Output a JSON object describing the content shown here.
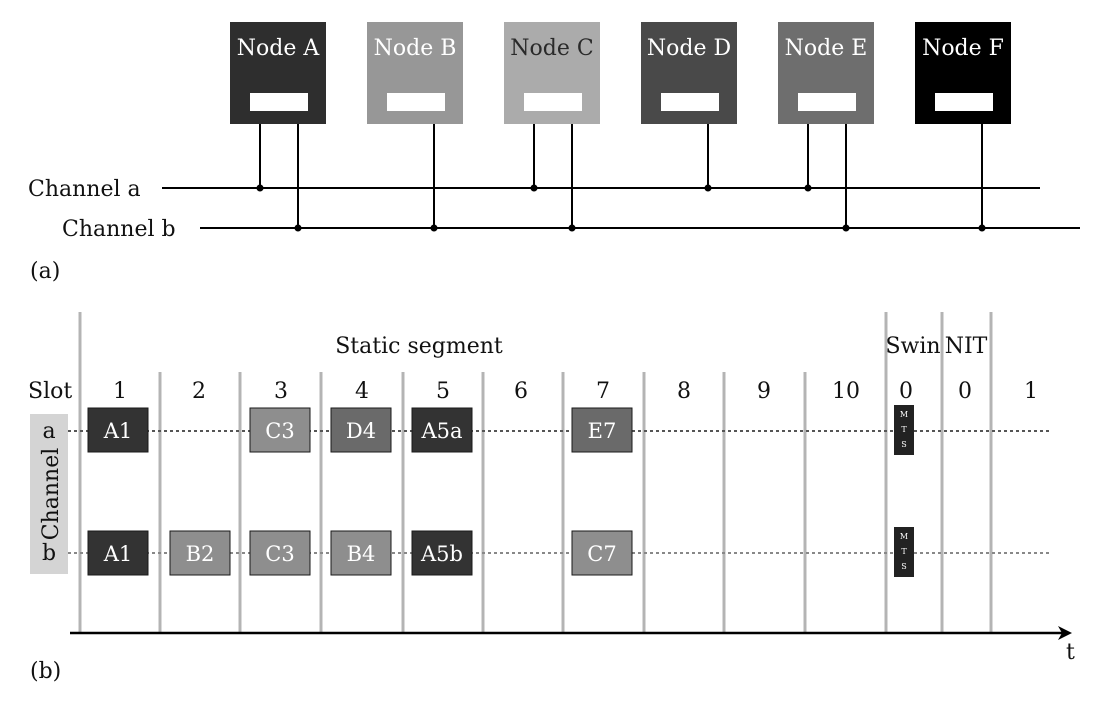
{
  "colors": {
    "node_a": "#2e2e2e",
    "node_b": "#979797",
    "node_c": "#ababab",
    "node_d": "#494949",
    "node_e": "#6e6e6e",
    "node_f": "#000000",
    "frame_dark": "#333333",
    "frame_mid": "#6a6a6a",
    "frame_light": "#8e8e8e",
    "channel_box": "#d4d4d4",
    "line": "#000000",
    "grid": "#b4b4b4"
  },
  "panel_a": {
    "label": "(a)",
    "nodes": [
      {
        "id": "a",
        "label": "Node A",
        "color_key": "node_a",
        "channels": [
          "a",
          "b"
        ]
      },
      {
        "id": "b",
        "label": "Node B",
        "color_key": "node_b",
        "channels": [
          "b"
        ]
      },
      {
        "id": "c",
        "label": "Node C",
        "color_key": "node_c",
        "channels": [
          "a",
          "b"
        ]
      },
      {
        "id": "d",
        "label": "Node D",
        "color_key": "node_d",
        "channels": [
          "a"
        ]
      },
      {
        "id": "e",
        "label": "Node E",
        "color_key": "node_e",
        "channels": [
          "a",
          "b"
        ]
      },
      {
        "id": "f",
        "label": "Node F",
        "color_key": "node_f",
        "channels": [
          "b"
        ]
      }
    ],
    "channel_a_label": "Channel a",
    "channel_b_label": "Channel b"
  },
  "panel_b": {
    "label": "(b)",
    "static_segment_label": "Static segment",
    "swin_label": "Swin",
    "nit_label": "NIT",
    "slot_label": "Slot",
    "slots": [
      "1",
      "2",
      "3",
      "4",
      "5",
      "6",
      "7",
      "8",
      "9",
      "10",
      "0",
      "0",
      "1"
    ],
    "channel_label": "Channel",
    "channel_rows": [
      "a",
      "b"
    ],
    "frames_a": [
      {
        "slot": 0,
        "label": "A1",
        "color_key": "frame_dark"
      },
      {
        "slot": 2,
        "label": "C3",
        "color_key": "frame_light"
      },
      {
        "slot": 3,
        "label": "D4",
        "color_key": "frame_mid"
      },
      {
        "slot": 4,
        "label": "A5a",
        "color_key": "frame_dark"
      },
      {
        "slot": 6,
        "label": "E7",
        "color_key": "frame_mid"
      }
    ],
    "frames_b": [
      {
        "slot": 0,
        "label": "A1",
        "color_key": "frame_dark"
      },
      {
        "slot": 1,
        "label": "B2",
        "color_key": "frame_light"
      },
      {
        "slot": 2,
        "label": "C3",
        "color_key": "frame_light"
      },
      {
        "slot": 3,
        "label": "B4",
        "color_key": "frame_light"
      },
      {
        "slot": 4,
        "label": "A5b",
        "color_key": "frame_dark"
      },
      {
        "slot": 6,
        "label": "C7",
        "color_key": "frame_light"
      }
    ],
    "mts_letters": [
      "M",
      "T",
      "S"
    ],
    "time_label": "t"
  }
}
